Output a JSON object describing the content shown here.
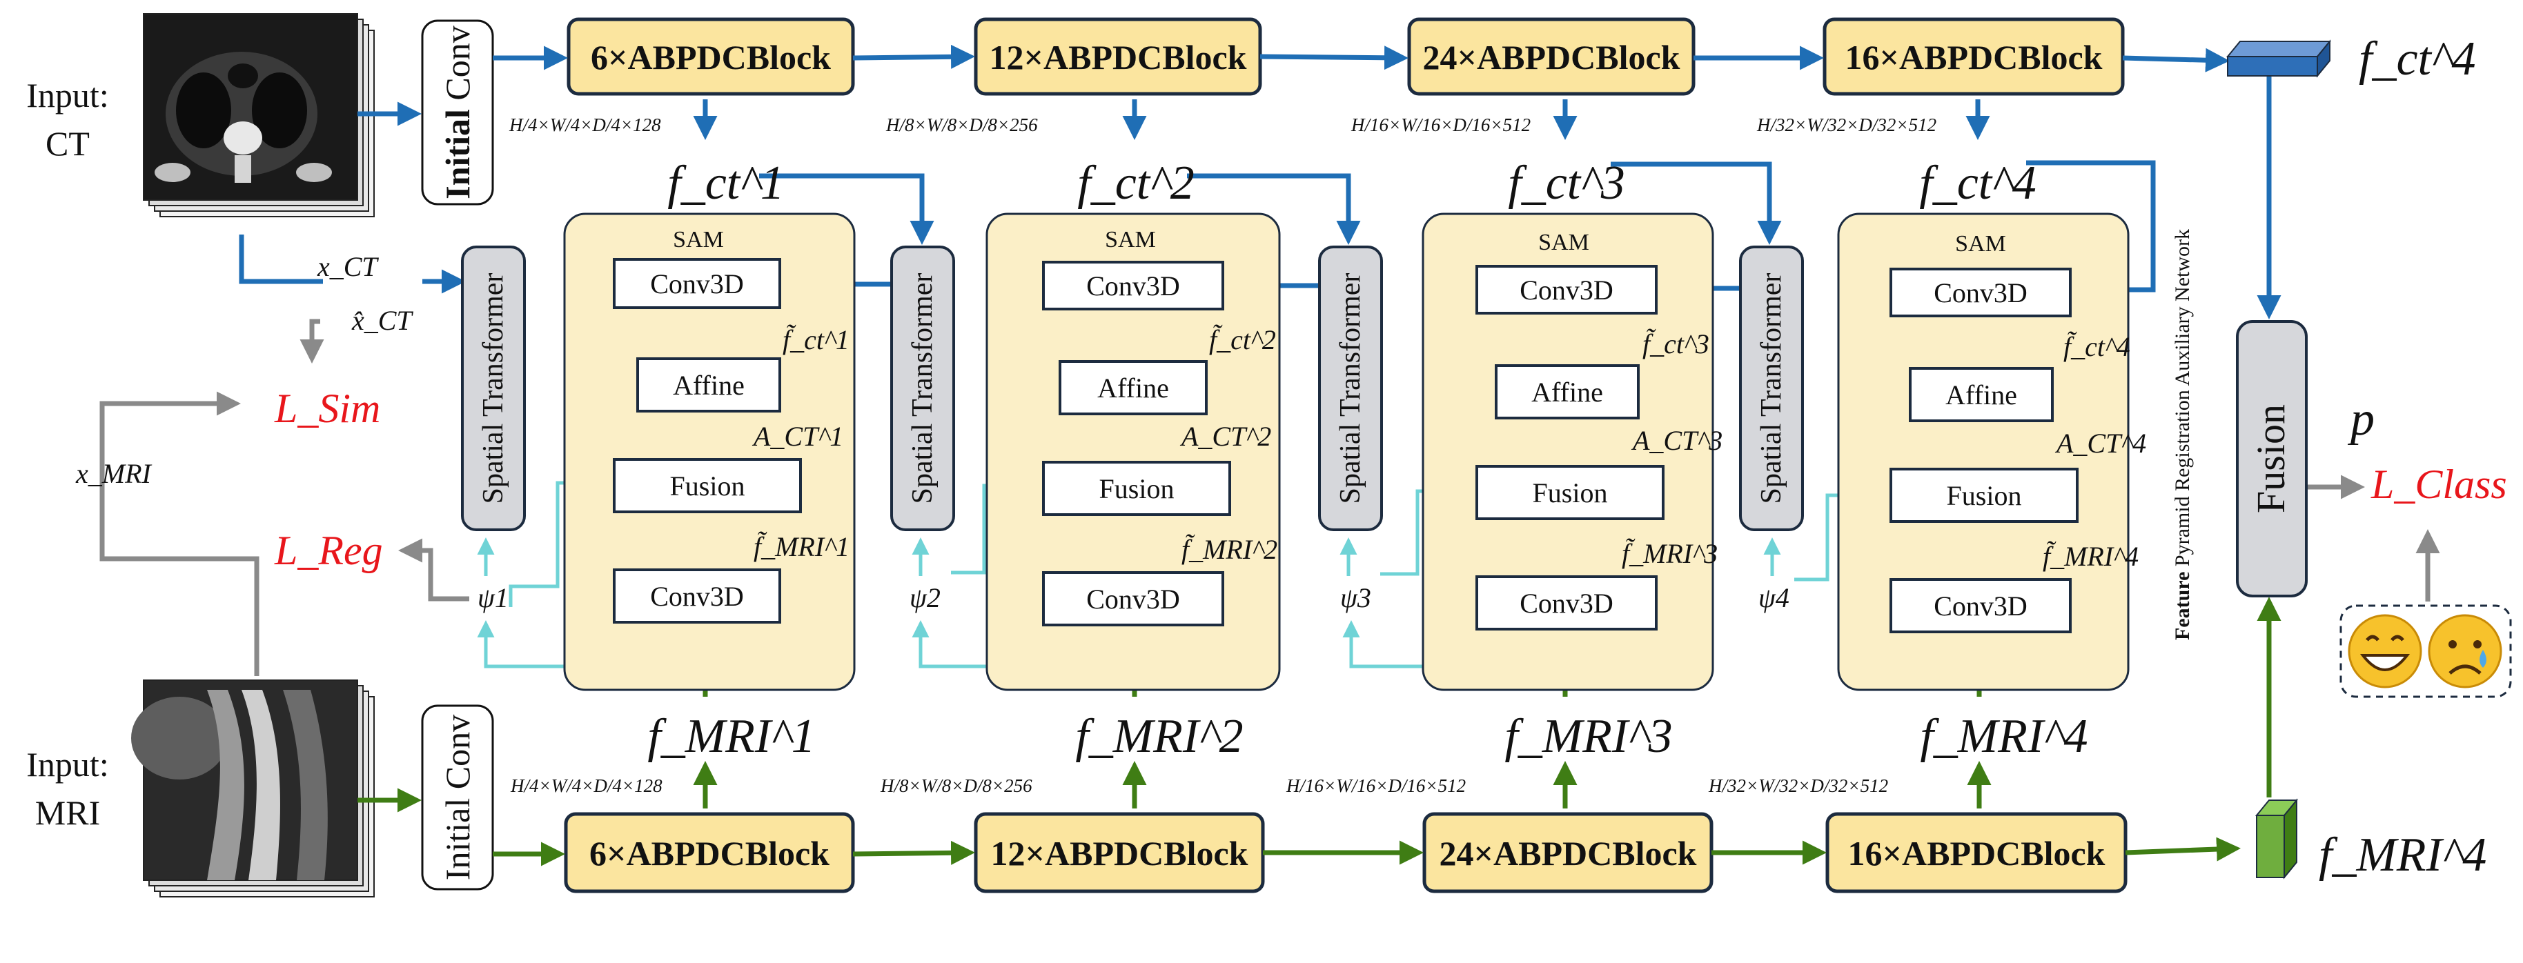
{
  "colors": {
    "ct_arrow": "#1f6eb5",
    "mri_arrow": "#3f7d14",
    "reg_arrow": "#6fd3d6",
    "loss_arrow": "#8a8a8a",
    "loss_text": "#e8161b",
    "block_fill": "#fbe59f",
    "sam_fill": "#fbefc7",
    "st_fill": "#d6d7db",
    "stroke": "#1c2b3f"
  },
  "inputs": {
    "ct": {
      "line1": "Input:",
      "line2": "CT"
    },
    "mri": {
      "line1": "Input:",
      "line2": "MRI"
    }
  },
  "initial_conv": {
    "label_bold": "Initial",
    "label_rest": "Conv"
  },
  "ct_blocks": [
    "6×ABPDCBlock",
    "12×ABPDCBlock",
    "24×ABPDCBlock",
    "16×ABPDCBlock"
  ],
  "mri_blocks": [
    "6×ABPDCBlock",
    "12×ABPDCBlock",
    "24×ABPDCBlock",
    "16×ABPDCBlock"
  ],
  "dims": [
    "H/4×W/4×D/4×128",
    "H/8×W/8×D/8×256",
    "H/16×W/16×D/16×512",
    "H/32×W/32×D/32×512"
  ],
  "ct_features": [
    "f_ct^1",
    "f_ct^2",
    "f_ct^3",
    "f_ct^4"
  ],
  "mri_features": [
    "f_MRI^1",
    "f_MRI^2",
    "f_MRI^3",
    "f_MRI^4"
  ],
  "sam": {
    "title": "SAM",
    "conv_top": "Conv3D",
    "affine": "Affine",
    "fusion": "Fusion",
    "conv_bottom": "Conv3D",
    "stages": [
      {
        "ct_tilde": "f̃_ct^1",
        "affine_param": "A_CT^1",
        "mri_tilde": "f̃_MRI^1"
      },
      {
        "ct_tilde": "f̃_ct^2",
        "affine_param": "A_CT^2",
        "mri_tilde": "f̃_MRI^2"
      },
      {
        "ct_tilde": "f̃_ct^3",
        "affine_param": "A_CT^3",
        "mri_tilde": "f̃_MRI^3"
      },
      {
        "ct_tilde": "f̃_ct^4",
        "affine_param": "A_CT^4",
        "mri_tilde": "f̃_MRI^4"
      }
    ]
  },
  "spatial_transformer": "Spatial Transformer",
  "psi": [
    "ψ1",
    "ψ2",
    "ψ3",
    "ψ4"
  ],
  "inputs_labels": {
    "x_ct": "x_CT",
    "x_ct_hat": "x̂_CT",
    "x_mri": "x_MRI"
  },
  "losses": {
    "sim": "L_Sim",
    "reg": "L_Reg",
    "class": "L_Class"
  },
  "fusion_big": "Fusion",
  "output_p": "p",
  "fprn_label": {
    "bold": "Feature",
    "rest": "Pyramid Registration Auxiliary Network"
  },
  "final_ct": "f_ct^4",
  "final_mri": "f_MRI^4",
  "emojis": [
    "grinning-face",
    "sad-tear-face"
  ]
}
